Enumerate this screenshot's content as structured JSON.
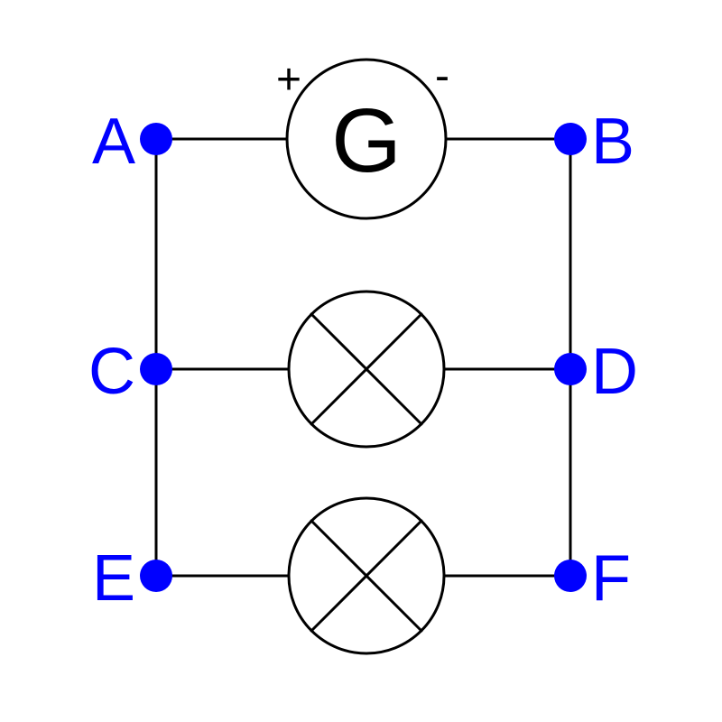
{
  "colors": {
    "wire": "#000000",
    "node": "#0000ff",
    "label": "#0000ff",
    "component_fill": "#ffffff"
  },
  "generator": {
    "symbol": "G",
    "positive_terminal": "+",
    "negative_terminal": "-"
  },
  "lamps": [
    {
      "icon": "lamp-icon"
    },
    {
      "icon": "lamp-icon"
    }
  ],
  "nodes": {
    "A": "A",
    "B": "B",
    "C": "C",
    "D": "D",
    "E": "E",
    "F": "F"
  }
}
